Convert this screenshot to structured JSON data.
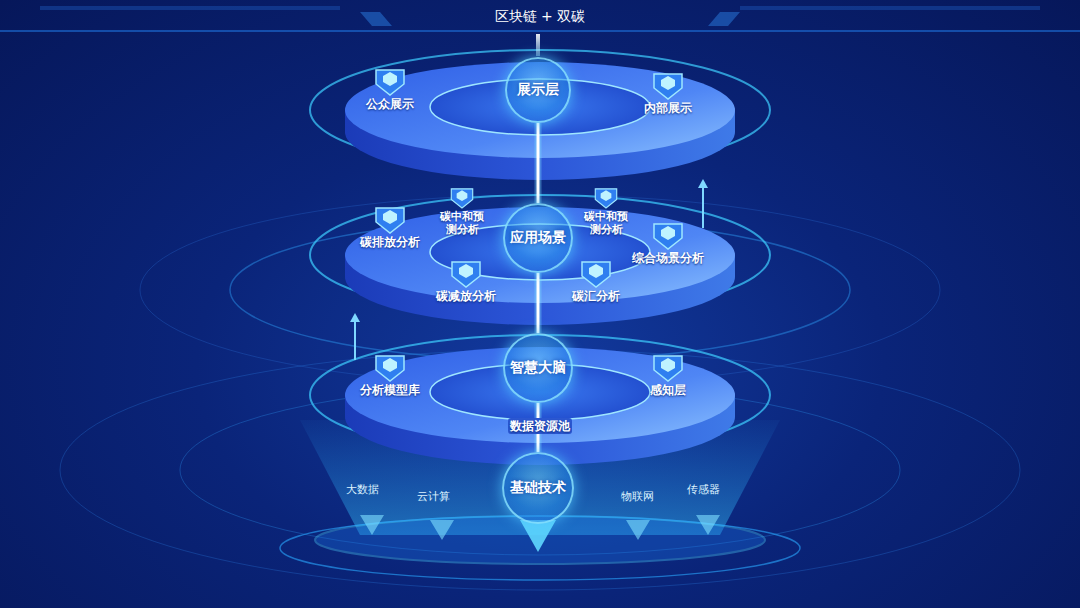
{
  "diagram": {
    "title": "区块链 + 双碳",
    "nodes": [
      {
        "text": [
          "展示层"
        ]
      },
      {
        "text": [
          "公众展示"
        ]
      },
      {
        "text": [
          "内部展示"
        ]
      },
      {
        "text": [
          "应用场景"
        ]
      },
      {
        "text": [
          "碳排放分析"
        ]
      },
      {
        "text": [
          "碳中和预测分析"
        ]
      },
      {
        "text": [
          "碳中和预测分析"
        ]
      },
      {
        "text": [
          "综合场景分析"
        ]
      },
      {
        "text": [
          "碳减放分析"
        ]
      },
      {
        "text": [
          "碳汇分析"
        ]
      },
      {
        "text": [
          "智慧大脑"
        ]
      },
      {
        "text": [
          "分析模型库"
        ]
      },
      {
        "text": [
          "感知层"
        ]
      },
      {
        "text": [
          "数据资源池"
        ]
      },
      {
        "text": [
          "基础技术"
        ]
      }
    ],
    "edges": [
      {
        "from": 14,
        "to": 10,
        "arrow": "none"
      },
      {
        "from": 10,
        "to": 3,
        "arrow": "none"
      },
      {
        "from": 3,
        "to": 0,
        "arrow": "none"
      }
    ],
    "labels": [
      "大数据",
      "云计算",
      "物联网",
      "传感器"
    ]
  }
}
